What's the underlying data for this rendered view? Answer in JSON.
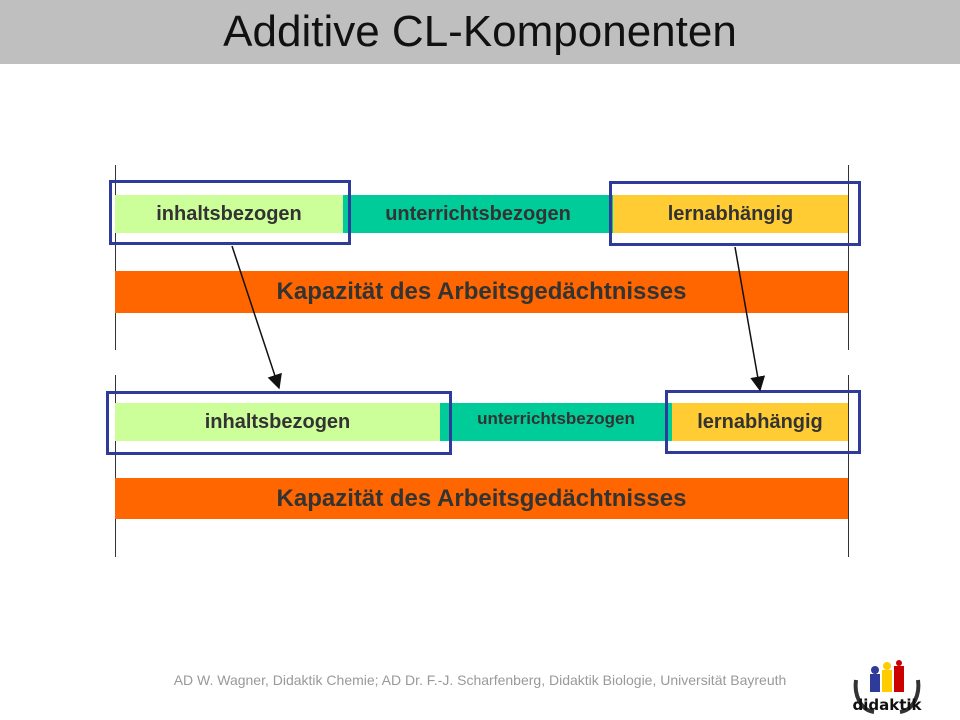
{
  "title": "Additive CL-Komponenten",
  "diagram1": {
    "segments": {
      "content": "inhaltsbezogen",
      "instruction": "unterrichtsbezogen",
      "learning": "lernabhängig"
    },
    "capacity": "Kapazität des Arbeitsgedächtnisses"
  },
  "diagram2": {
    "segments": {
      "content": "inhaltsbezogen",
      "instruction": "unterrichtsbezogen",
      "learning": "lernabhängig"
    },
    "capacity": "Kapazität des Arbeitsgedächtnisses"
  },
  "colors": {
    "content": "#ccff99",
    "instruction": "#00cc99",
    "learning": "#ffcc33",
    "capacity": "#ff6600",
    "frame": "#2e3b9a",
    "title_band": "#bfbfbf"
  },
  "footer": "AD W. Wagner, Didaktik Chemie; AD Dr. F.-J. Scharfenberg, Didaktik Biologie, Universität Bayreuth",
  "logo": {
    "icon": "didaktik-logo-icon",
    "text": "didaktik"
  }
}
